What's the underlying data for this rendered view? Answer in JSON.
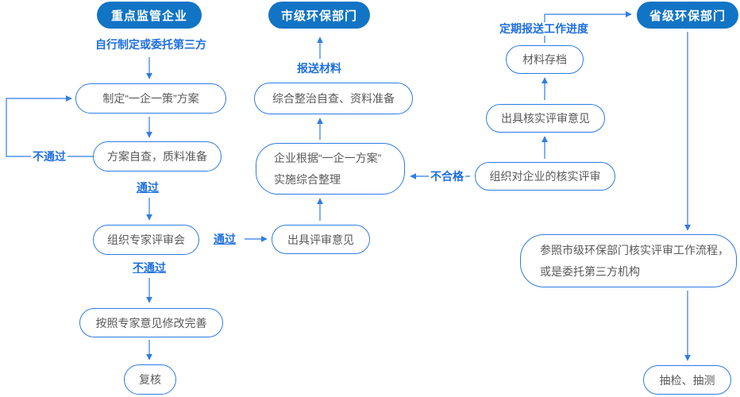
{
  "diagram": {
    "pills": {
      "key_enterprise": "重点监管企业",
      "city_epb": "市级环保部门",
      "province_epb": "省级环保部门"
    },
    "boxes": {
      "make_plan": "制定“一企一策”方案",
      "self_check": "方案自查，质料准备",
      "expert_review": "组织专家评审会",
      "revise": "按照专家意见修改完善",
      "recheck": "复核",
      "materials_prep": "综合整治自查、资料准备",
      "implement_line1": "企业根据“一企一方案”",
      "implement_line2": "实施综合整理",
      "issue_opinion": "出具评审意见",
      "archive": "材料存档",
      "verify_opinion": "出具核实评审意见",
      "org_verify": "组织对企业的核实评审",
      "refer_line1": "参照市级环保部门核实评审工作流程，",
      "refer_line2": "或是委托第三方机构",
      "spot_check": "抽检、抽测"
    },
    "labels": {
      "self_or_third": "自行制定或委托第三方",
      "fail_loop": "不通过",
      "pass_down": "通过",
      "pass_right": "通过",
      "fail_down": "不通过",
      "submit_materials": "报送材料",
      "unqualified": "不合格",
      "periodic_report": "定期报送工作进度"
    },
    "colors": {
      "pill_bg": "#1274c5",
      "line": "#2f7ce5",
      "label_text": "#1f6fe0",
      "box_text": "#595959"
    }
  }
}
